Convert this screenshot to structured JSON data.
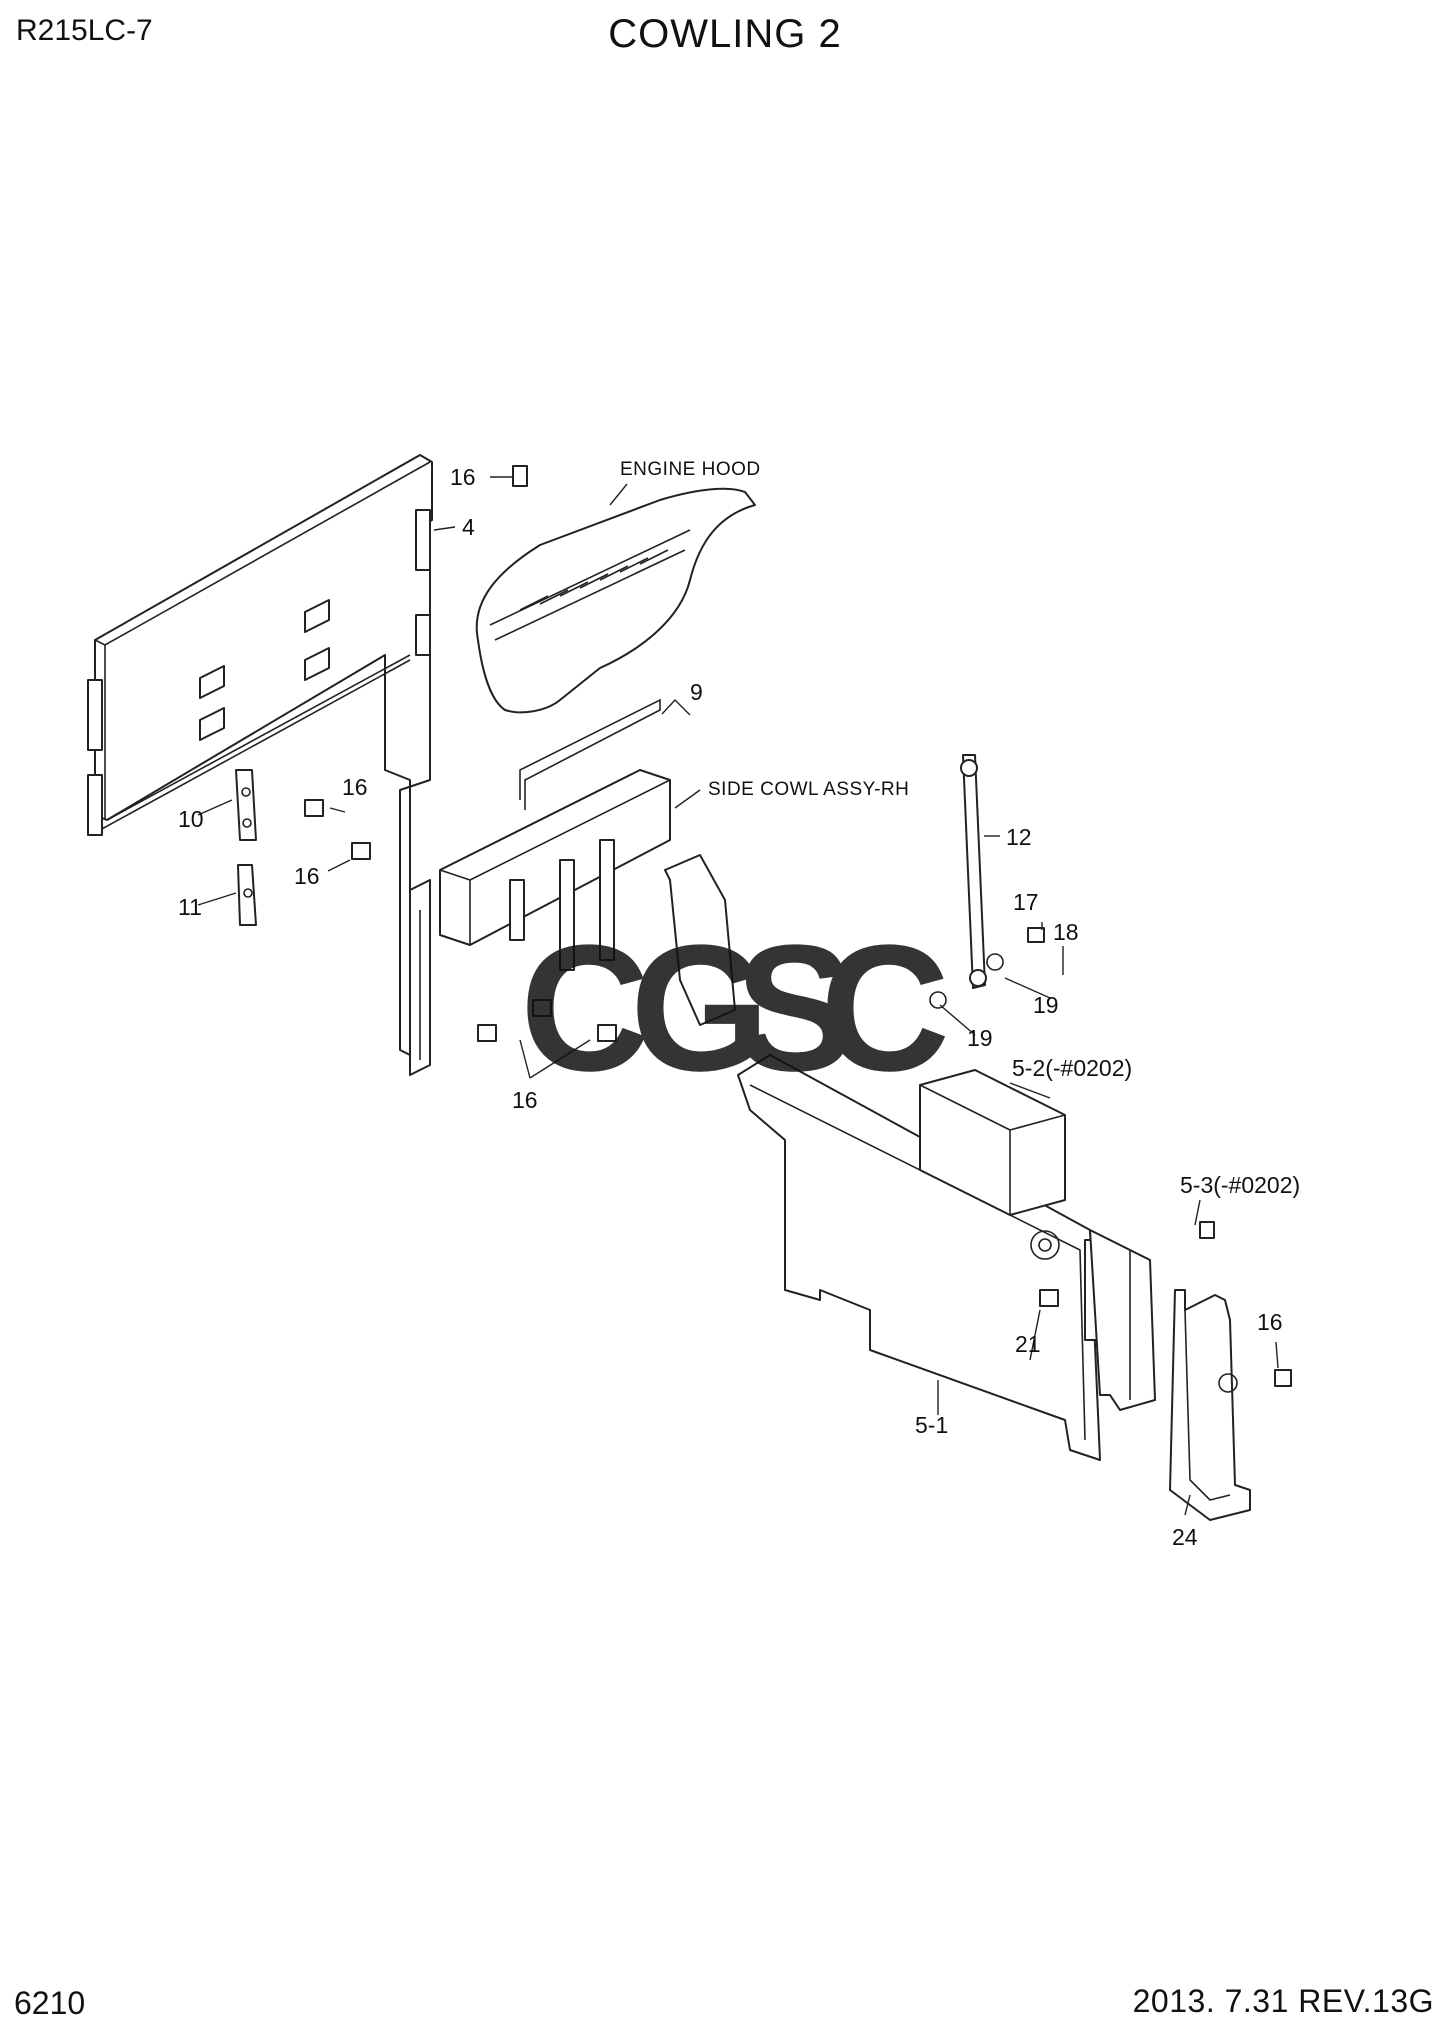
{
  "header": {
    "model": "R215LC-7",
    "title": "COWLING 2"
  },
  "footer": {
    "page_number": "6210",
    "revision": "2013. 7.31  REV.13G"
  },
  "captions": {
    "engine_hood": "ENGINE HOOD",
    "side_cowl": "SIDE COWL ASSY-RH"
  },
  "callouts": {
    "c4": "4",
    "c5_1": "5-1",
    "c5_2": "5-2(-#0202)",
    "c5_3": "5-3(-#0202)",
    "c9": "9",
    "c10": "10",
    "c11": "11",
    "c12": "12",
    "c16_top": "16",
    "c16_left_a": "16",
    "c16_left_b": "16",
    "c16_bottom": "16",
    "c16_right": "16",
    "c17": "17",
    "c18": "18",
    "c19_a": "19",
    "c19_b": "19",
    "c21": "21",
    "c24": "24"
  },
  "watermark": {
    "text": "CGSC",
    "colors": [
      "#4a86f7",
      "#f07a6e",
      "#f8d24a",
      "#5bb07a"
    ]
  }
}
